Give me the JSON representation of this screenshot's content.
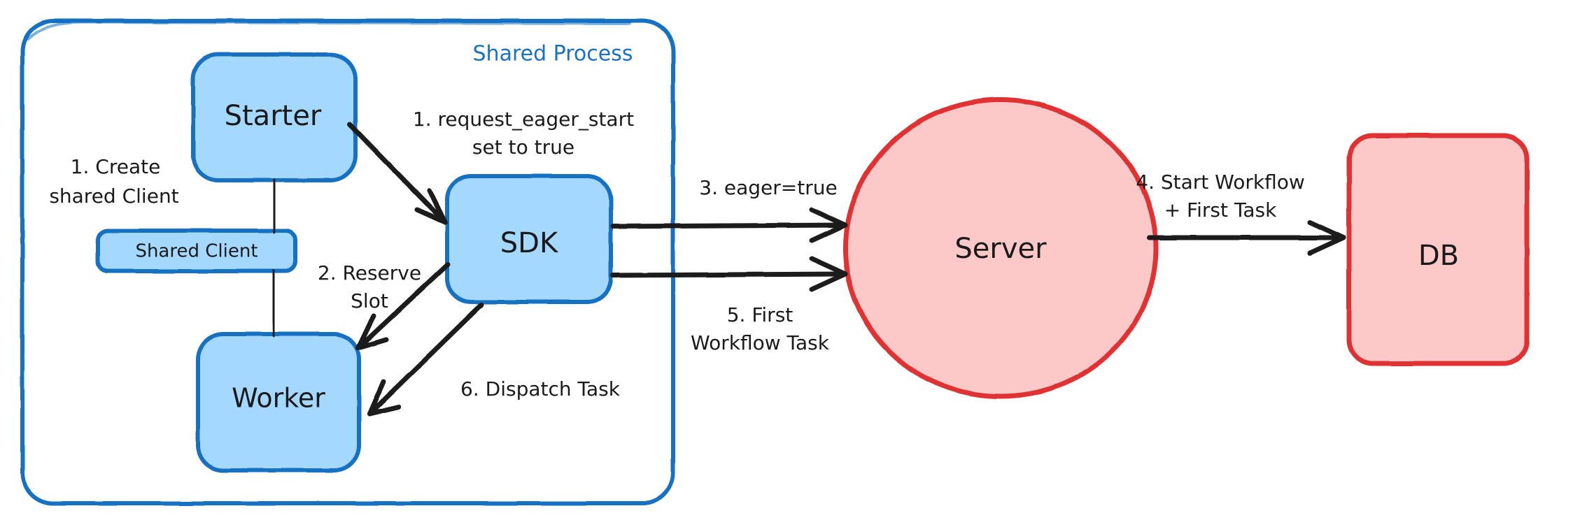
{
  "diagram": {
    "title": "Eager Workflow Start Flow",
    "type": "flow-diagram",
    "background": "#ffffff"
  },
  "colors": {
    "blue_stroke": "#1971c2",
    "blue_fill": "#a5d8ff",
    "red_stroke": "#e03131",
    "red_fill": "#fcc8c8",
    "arrow": "#1a1a1a",
    "text": "#1a1a1a"
  },
  "groups": [
    {
      "id": "shared-process",
      "label": "Shared Process",
      "stroke": "#1971c2",
      "fill": "none"
    }
  ],
  "nodes": [
    {
      "id": "starter",
      "label": "Starter",
      "shape": "rounded-rect",
      "fill": "#a5d8ff",
      "stroke": "#1971c2"
    },
    {
      "id": "shared-client",
      "label": "Shared Client",
      "shape": "rounded-rect",
      "fill": "#a5d8ff",
      "stroke": "#1971c2"
    },
    {
      "id": "worker",
      "label": "Worker",
      "shape": "rounded-rect",
      "fill": "#a5d8ff",
      "stroke": "#1971c2"
    },
    {
      "id": "sdk",
      "label": "SDK",
      "shape": "rounded-rect",
      "fill": "#a5d8ff",
      "stroke": "#1971c2"
    },
    {
      "id": "server",
      "label": "Server",
      "shape": "ellipse",
      "fill": "#fcc8c8",
      "stroke": "#e03131"
    },
    {
      "id": "db",
      "label": "DB",
      "shape": "rounded-rect",
      "fill": "#fcc8c8",
      "stroke": "#e03131"
    }
  ],
  "edges": [
    {
      "id": "e-create-client",
      "from": "starter",
      "to": "shared-client",
      "arrow": false,
      "label_lines": [
        "1. Create",
        "shared Client"
      ]
    },
    {
      "id": "e-client-worker",
      "from": "shared-client",
      "to": "worker",
      "arrow": false,
      "label_lines": []
    },
    {
      "id": "e-eager-start",
      "from": "starter",
      "to": "sdk",
      "arrow": true,
      "label_lines": [
        "1. request_eager_start",
        "set to true"
      ]
    },
    {
      "id": "e-reserve-slot",
      "from": "sdk",
      "to": "worker",
      "arrow": true,
      "label_lines": [
        "2. Reserve",
        "Slot"
      ]
    },
    {
      "id": "e-eager-true",
      "from": "sdk",
      "to": "server",
      "arrow": true,
      "label_lines": [
        "3. eager=true"
      ]
    },
    {
      "id": "e-start-workflow",
      "from": "server",
      "to": "db",
      "arrow": true,
      "label_lines": [
        "4. Start Workflow",
        "+ First Task"
      ]
    },
    {
      "id": "e-first-task",
      "from": "server",
      "to": "sdk",
      "arrow": true,
      "label_lines": [
        "5. First",
        "Workflow Task"
      ]
    },
    {
      "id": "e-dispatch-task",
      "from": "sdk",
      "to": "worker",
      "arrow": true,
      "label_lines": [
        "6. Dispatch Task"
      ]
    }
  ],
  "labels": {
    "shared_process": "Shared Process",
    "starter": "Starter",
    "shared_client": "Shared Client",
    "worker": "Worker",
    "sdk": "SDK",
    "server": "Server",
    "db": "DB",
    "step1a_line1": "1. Create",
    "step1a_line2": "shared Client",
    "step1b_line1": "1. request_eager_start",
    "step1b_line2": "set to true",
    "step2_line1": "2. Reserve",
    "step2_line2": "Slot",
    "step3_line1": "3. eager=true",
    "step4_line1": "4. Start Workflow",
    "step4_line2": "+ First Task",
    "step5_line1": "5. First",
    "step5_line2": "Workflow Task",
    "step6_line1": "6. Dispatch Task"
  }
}
